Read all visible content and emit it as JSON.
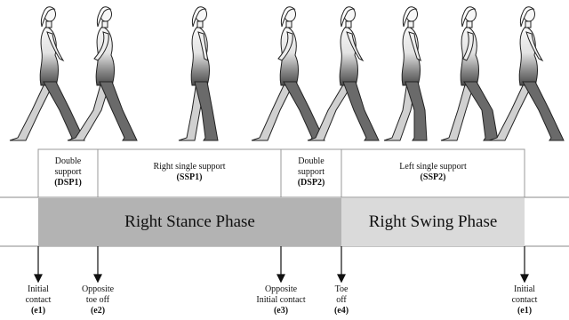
{
  "figures": [
    {
      "name": "figure-initial-contact"
    },
    {
      "name": "figure-opposite-toe-off"
    },
    {
      "name": "figure-midstance"
    },
    {
      "name": "figure-opposite-initial-contact"
    },
    {
      "name": "figure-toe-off"
    },
    {
      "name": "figure-swing"
    },
    {
      "name": "figure-late-swing"
    },
    {
      "name": "figure-initial-contact-repeat"
    }
  ],
  "support_phases": [
    {
      "line1": "Double",
      "line2": "support",
      "code": "(DSP1)"
    },
    {
      "line1": "Right single support",
      "line2": "",
      "code": "(SSP1)"
    },
    {
      "line1": "Double",
      "line2": "support",
      "code": "(DSP2)"
    },
    {
      "line1": "Left single support",
      "line2": "",
      "code": "(SSP2)"
    }
  ],
  "gait_phases": {
    "stance": "Right Stance Phase",
    "swing": "Right Swing Phase"
  },
  "events": [
    {
      "line1": "Initial",
      "line2": "contact",
      "code": "(e1)"
    },
    {
      "line1": "Opposite",
      "line2": "toe off",
      "code": "(e2)"
    },
    {
      "line1": "Opposite",
      "line2": "Initial contact",
      "code": "(e3)"
    },
    {
      "line1": "Toe",
      "line2": "off",
      "code": "(e4)"
    },
    {
      "line1": "Initial",
      "line2": "contact",
      "code": "(e1)"
    }
  ],
  "colors": {
    "stance_fill": "#b3b3b3",
    "swing_fill": "#dadada",
    "body_light": "#f4f4f4",
    "body_dark": "#555555"
  }
}
